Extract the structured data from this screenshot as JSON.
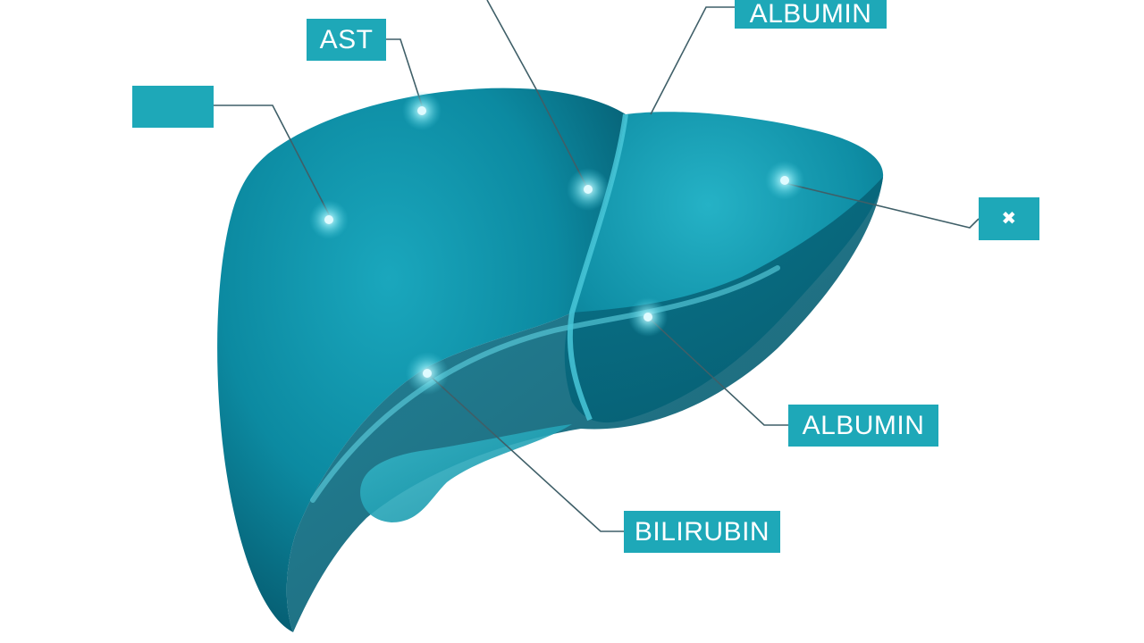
{
  "labels": {
    "ast": "AST",
    "blank": "",
    "albumin_top": "ALBUMIN",
    "small": "✖",
    "albumin_right": "ALBUMIN",
    "bilirubin": "BILIRUBIN"
  },
  "colors": {
    "label_bg": "#1ea8b8",
    "label_text": "#ffffff",
    "liver_dark": "#06697e",
    "liver_mid": "#0f8fa6",
    "liver_light": "#3fc4d6",
    "leader_line": "#3f5f68"
  }
}
